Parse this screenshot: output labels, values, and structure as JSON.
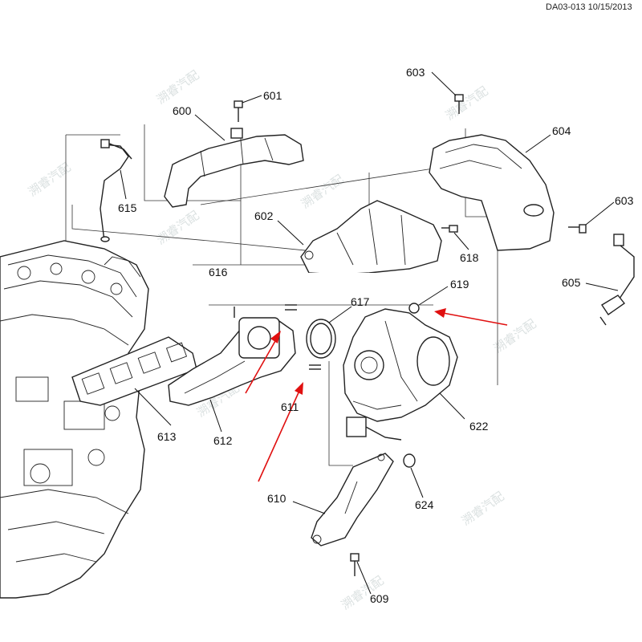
{
  "header": {
    "reference": "DA03-013 10/15/2013"
  },
  "callouts": {
    "c601": "601",
    "c600": "600",
    "c603a": "603",
    "c604": "604",
    "c603b": "603",
    "c615": "615",
    "c602": "602",
    "c618": "618",
    "c605": "605",
    "c616": "616",
    "c617": "617",
    "c619": "619",
    "c611": "611",
    "c613": "613",
    "c612": "612",
    "c622": "622",
    "c610": "610",
    "c624": "624",
    "c609": "609"
  },
  "watermark": {
    "text": "溯睿汽配"
  },
  "colors": {
    "arrow": "#e01010",
    "line": "#222222"
  }
}
